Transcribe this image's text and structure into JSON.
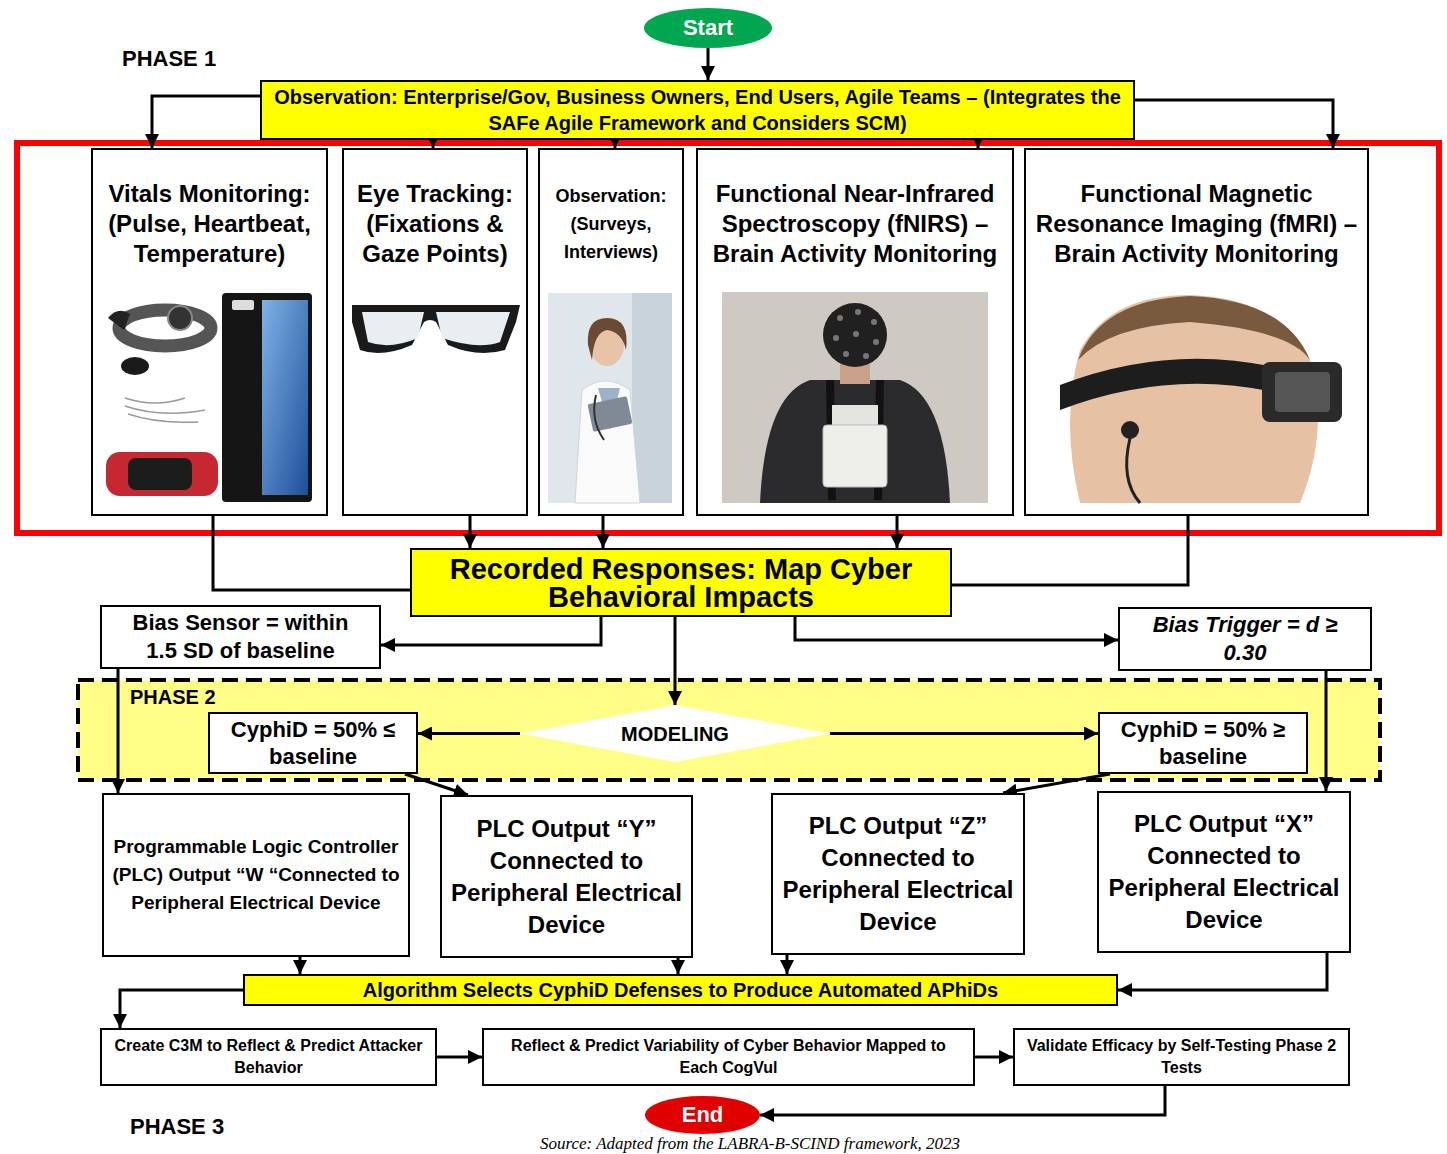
{
  "diagram": {
    "caption": "Source: Adapted from the LABRA-B-SCIND framework, 2023",
    "nodes": [
      {
        "text": [
          "Start"
        ]
      },
      {
        "text": [
          "Observation: Enterprise/Gov, Business Owners, End Users, Agile Teams – (Integrates the SAFe Agile Framework and Considers SCM)"
        ]
      },
      {
        "text": [
          "Vitals Monitoring: (Pulse, Heartbeat, Temperature)"
        ]
      },
      {
        "text": [
          "Eye Tracking: (Fixations & Gaze Points)"
        ]
      },
      {
        "text": [
          "Observation: (Surveys, Interviews)"
        ]
      },
      {
        "text": [
          "Functional Near-Infrared Spectroscopy (fNIRS) – Brain Activity Monitoring"
        ]
      },
      {
        "text": [
          "Functional Magnetic Resonance Imaging (fMRI) – Brain Activity Monitoring"
        ]
      },
      {
        "text": [
          "Recorded Responses: Map Cyber Behavioral Impacts"
        ]
      },
      {
        "text": [
          "Bias Sensor = within 1.5 SD of baseline"
        ]
      },
      {
        "text": [
          "Bias Trigger = d ≥ 0.30"
        ]
      },
      {
        "text": [
          "PHASE 2"
        ]
      },
      {
        "text": [
          "CyphiD = 50% ≤ baseline"
        ],
        "in": 10
      },
      {
        "text": [
          "MODELING"
        ],
        "in": 10
      },
      {
        "text": [
          "CyphiD = 50% ≥ baseline"
        ],
        "in": 10
      },
      {
        "text": [
          "Programmable Logic Controller (PLC) Output “W “Connected to Peripheral Electrical Device"
        ]
      },
      {
        "text": [
          "PLC Output “Y” Connected to Peripheral Electrical Device"
        ]
      },
      {
        "text": [
          "PLC Output “Z” Connected to Peripheral Electrical Device"
        ]
      },
      {
        "text": [
          "PLC Output “X” Connected to Peripheral Electrical Device"
        ]
      },
      {
        "text": [
          "Algorithm Selects CyphiD Defenses to Produce Automated APhiDs"
        ]
      },
      {
        "text": [
          "Create C3M to Reflect & Predict Attacker Behavior"
        ]
      },
      {
        "text": [
          "Reflect & Predict Variability of Cyber Behavior Mapped to Each CogVul"
        ]
      },
      {
        "text": [
          "Validate Efficacy by Self-Testing Phase 2 Tests"
        ]
      },
      {
        "text": [
          "End"
        ]
      }
    ],
    "edges": [
      {
        "from": 0,
        "to": 1,
        "arrow": "to"
      },
      {
        "from": 1,
        "to": 2,
        "arrow": "to"
      },
      {
        "from": 1,
        "to": 3,
        "arrow": "to"
      },
      {
        "from": 1,
        "to": 4,
        "arrow": "to"
      },
      {
        "from": 1,
        "to": 5,
        "arrow": "to"
      },
      {
        "from": 1,
        "to": 6,
        "arrow": "to"
      },
      {
        "from": 2,
        "to": 7,
        "arrow": "none"
      },
      {
        "from": 3,
        "to": 7,
        "arrow": "to"
      },
      {
        "from": 4,
        "to": 7,
        "arrow": "to"
      },
      {
        "from": 5,
        "to": 7,
        "arrow": "to"
      },
      {
        "from": 6,
        "to": 7,
        "arrow": "none"
      },
      {
        "from": 7,
        "to": 8,
        "arrow": "to"
      },
      {
        "from": 7,
        "to": 9,
        "arrow": "to"
      },
      {
        "from": 7,
        "to": 12,
        "arrow": "to"
      },
      {
        "from": 12,
        "to": 11,
        "arrow": "to"
      },
      {
        "from": 12,
        "to": 13,
        "arrow": "to"
      },
      {
        "from": 8,
        "to": 14,
        "arrow": "to"
      },
      {
        "from": 9,
        "to": 17,
        "arrow": "to"
      },
      {
        "from": 11,
        "to": 15,
        "arrow": "to"
      },
      {
        "from": 13,
        "to": 16,
        "arrow": "to"
      },
      {
        "from": 14,
        "to": 18,
        "arrow": "to"
      },
      {
        "from": 15,
        "to": 18,
        "arrow": "to"
      },
      {
        "from": 16,
        "to": 18,
        "arrow": "to"
      },
      {
        "from": 17,
        "to": 18,
        "arrow": "to"
      },
      {
        "from": 18,
        "to": 19,
        "arrow": "to"
      },
      {
        "from": 19,
        "to": 20,
        "arrow": "to"
      },
      {
        "from": 20,
        "to": 21,
        "arrow": "to"
      },
      {
        "from": 21,
        "to": 22,
        "arrow": "to"
      }
    ],
    "labels": [
      "PHASE 1",
      "PHASE 3"
    ]
  }
}
